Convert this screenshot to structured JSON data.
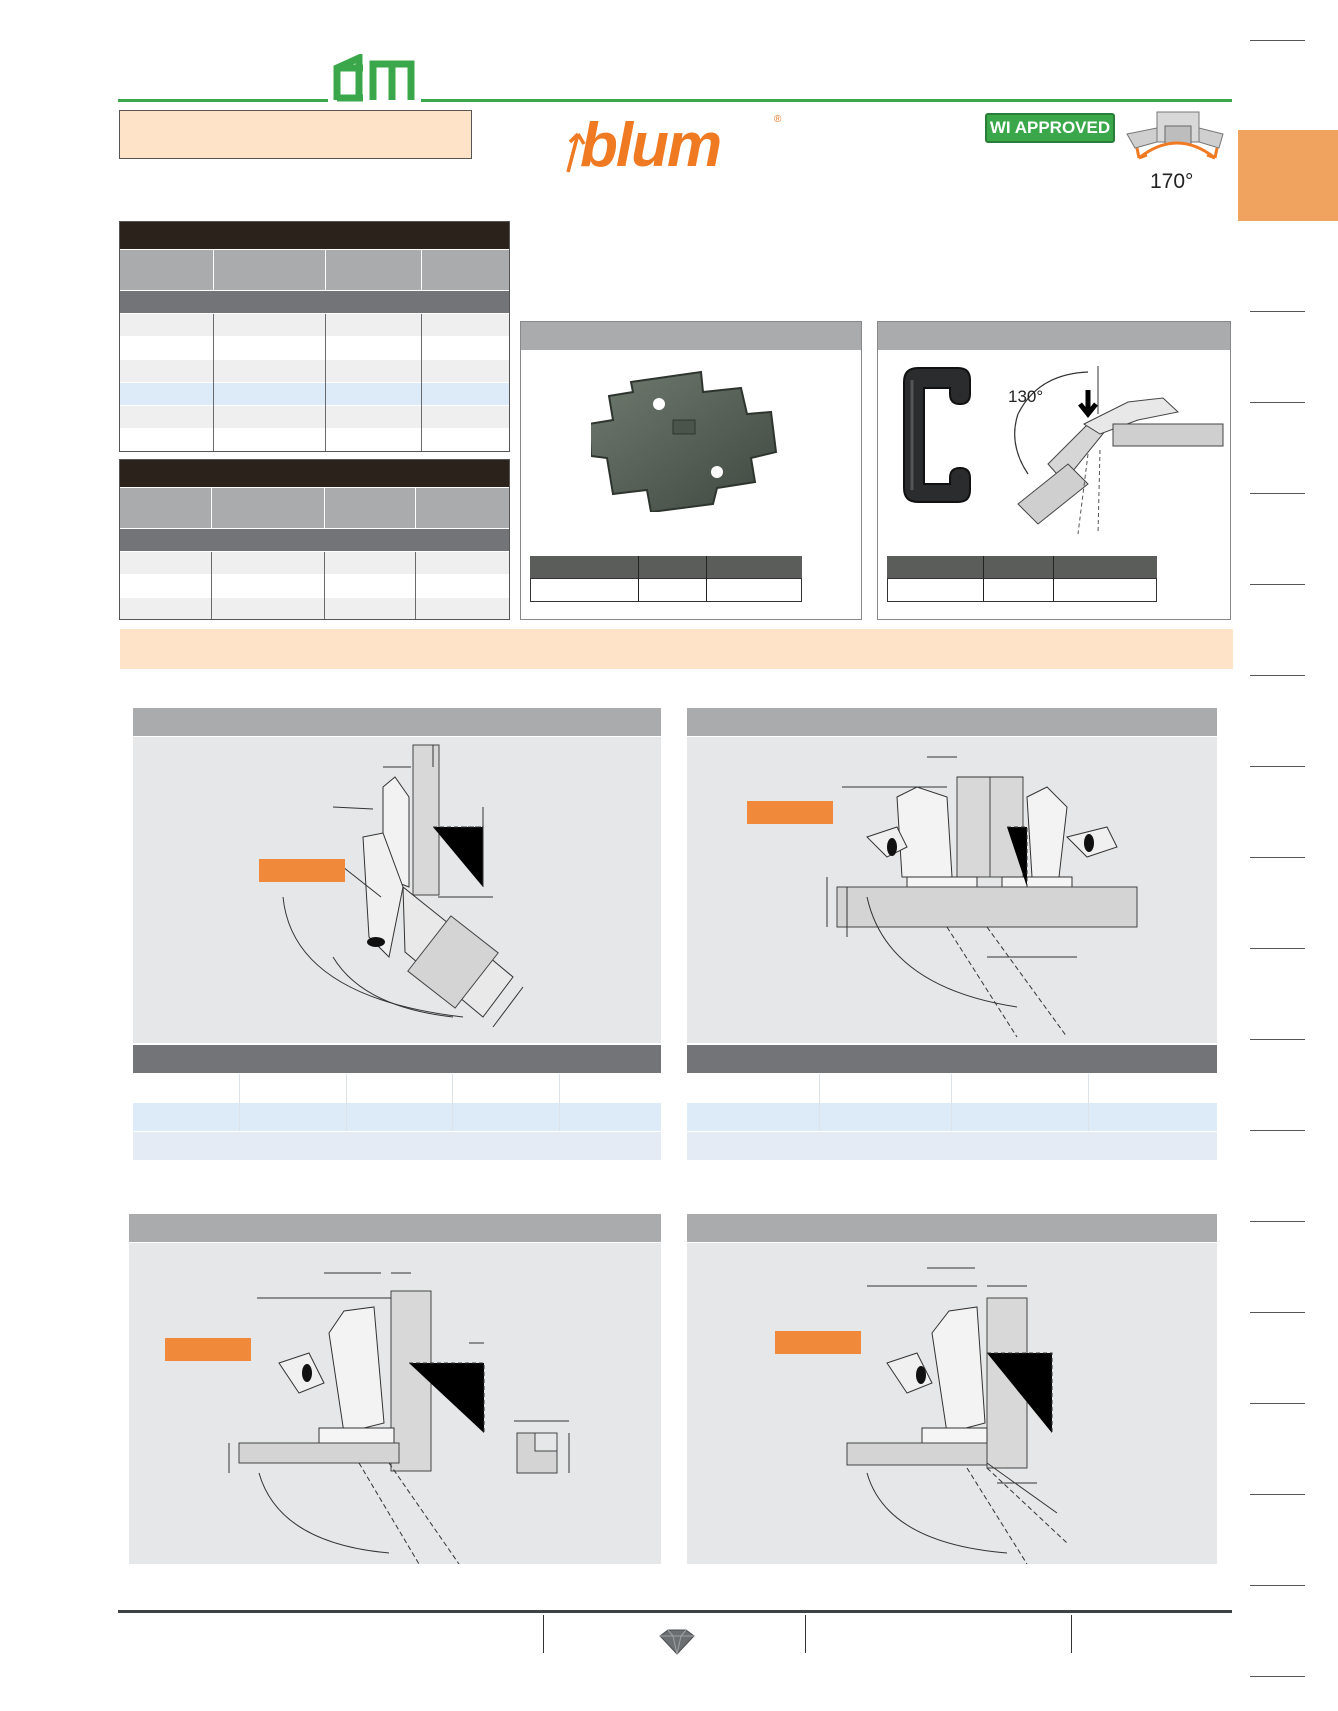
{
  "brand": {
    "logo_text": "blum",
    "approval_badge": "WI APPROVED",
    "opening_angle": "170°",
    "header_logo_icon": "cm-logo-icon",
    "accent_color": "#3aa84a",
    "blum_color": "#f07a22",
    "tab_color": "#efa35e"
  },
  "accessory_panels": {
    "clip_callout_angle": "130°"
  },
  "icons": {
    "footer": "diamond-icon"
  }
}
